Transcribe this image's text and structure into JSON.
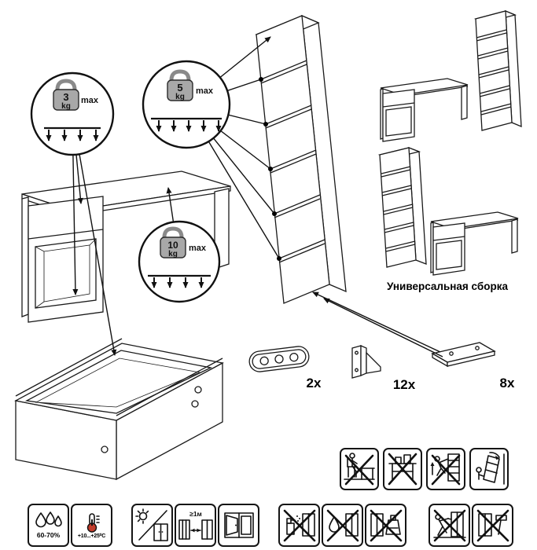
{
  "caption": "Универсальная сборка",
  "weight_limits": [
    {
      "target": "desk-pedestal-and-drawer",
      "value": "3",
      "unit": "kg",
      "max_label": "max"
    },
    {
      "target": "bookcase-shelves",
      "value": "5",
      "unit": "kg",
      "max_label": "max"
    },
    {
      "target": "desk-top",
      "value": "10",
      "unit": "kg",
      "max_label": "max"
    }
  ],
  "hardware": [
    {
      "name": "connecting-plate",
      "count": "2x"
    },
    {
      "name": "corner-bracket",
      "count": "12x"
    },
    {
      "name": "mounting-foot",
      "count": "8x"
    }
  ],
  "care_labels": {
    "humidity": "60-70%",
    "temperature": "+10...+25⁰C",
    "min_distance": "≥1м"
  },
  "warning_icons": [
    "no-standing-on-chair",
    "no-standing-on-table",
    "no-climbing-on-furniture",
    "tipping-hazard-anchor"
  ],
  "care_icons": [
    "humidity-range",
    "temperature-range",
    "avoid-direct-sunlight",
    "keep-1m-from-heater",
    "ventilate-room",
    "no-spraying",
    "no-wet-cleaning",
    "no-solvents",
    "no-dragging",
    "no-hammering"
  ]
}
